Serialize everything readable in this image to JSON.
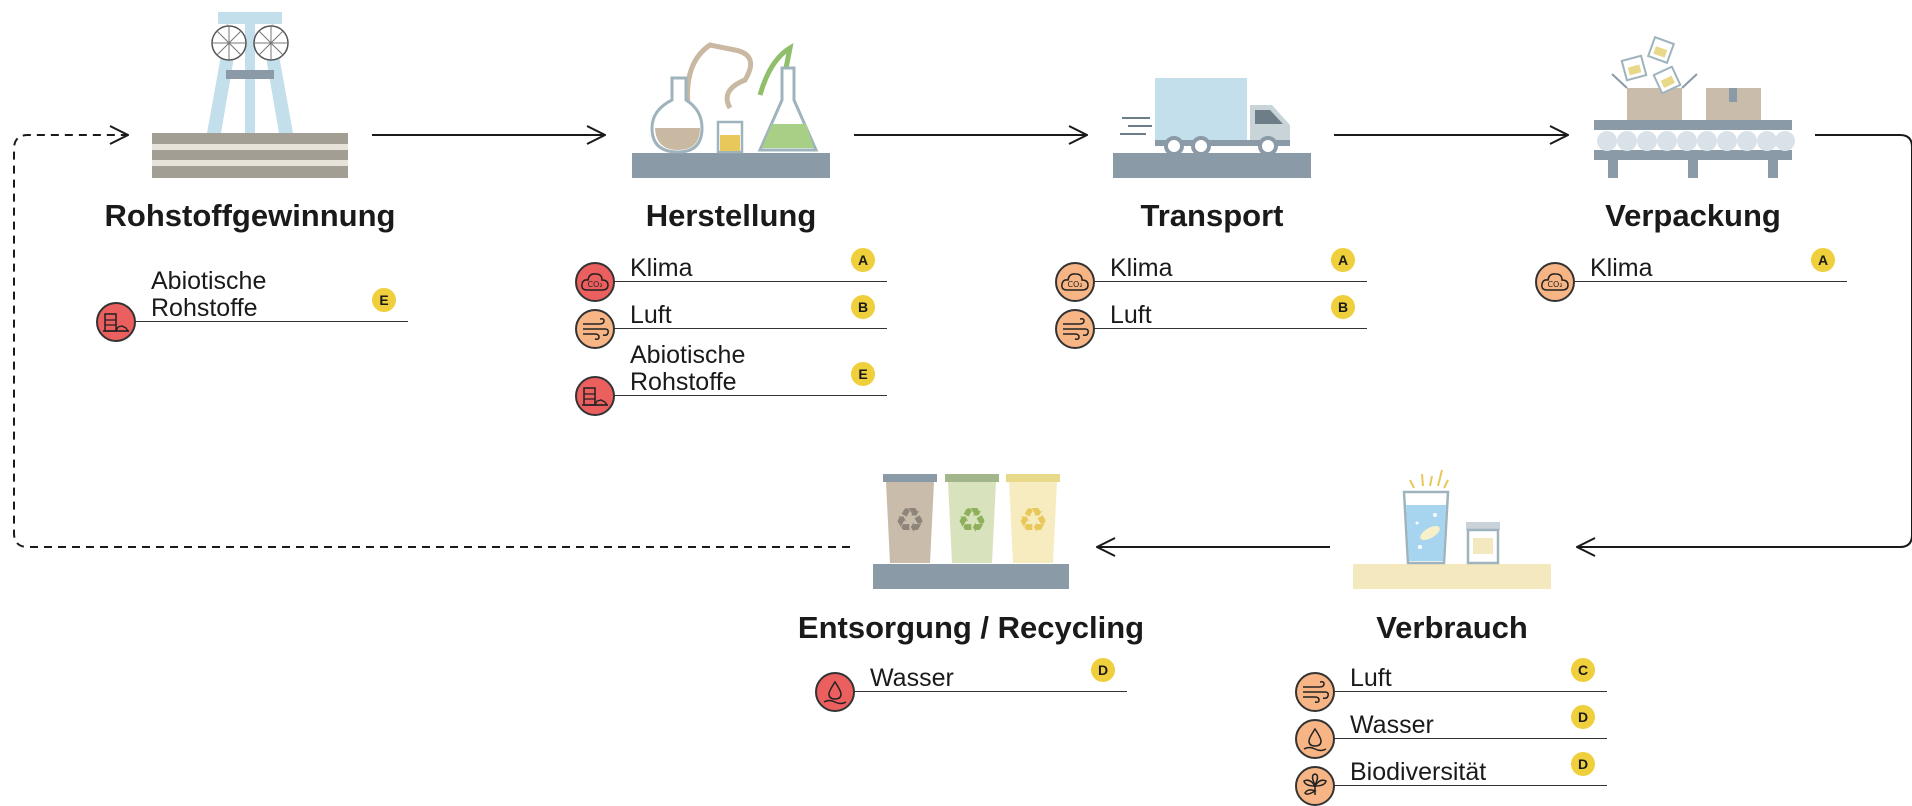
{
  "stages": [
    {
      "title": "Rohstoffgewinnung",
      "icon": "mine-tower-icon",
      "impacts": [
        {
          "label": "Abiotische Rohstoffe",
          "category": "E",
          "icon": "raw-materials-icon",
          "severity": "high"
        }
      ]
    },
    {
      "title": "Herstellung",
      "icon": "laboratory-flasks-icon",
      "impacts": [
        {
          "label": "Klima",
          "category": "A",
          "icon": "co2-cloud-icon",
          "severity": "high"
        },
        {
          "label": "Luft",
          "category": "B",
          "icon": "wind-icon",
          "severity": "medium"
        },
        {
          "label": "Abiotische Rohstoffe",
          "category": "E",
          "icon": "raw-materials-icon",
          "severity": "high"
        }
      ]
    },
    {
      "title": "Transport",
      "icon": "truck-icon",
      "impacts": [
        {
          "label": "Klima",
          "category": "A",
          "icon": "co2-cloud-icon",
          "severity": "medium"
        },
        {
          "label": "Luft",
          "category": "B",
          "icon": "wind-icon",
          "severity": "medium"
        }
      ]
    },
    {
      "title": "Verpackung",
      "icon": "packaging-conveyor-icon",
      "impacts": [
        {
          "label": "Klima",
          "category": "A",
          "icon": "co2-cloud-icon",
          "severity": "medium"
        }
      ]
    },
    {
      "title": "Verbrauch",
      "icon": "consumption-glass-icon",
      "impacts": [
        {
          "label": "Luft",
          "category": "C",
          "icon": "wind-icon",
          "severity": "medium"
        },
        {
          "label": "Wasser",
          "category": "D",
          "icon": "water-drop-icon",
          "severity": "medium"
        },
        {
          "label": "Biodiversität",
          "category": "D",
          "icon": "leaves-icon",
          "severity": "medium"
        }
      ]
    },
    {
      "title": "Entsorgung / Recycling",
      "icon": "recycling-bins-icon",
      "impacts": [
        {
          "label": "Wasser",
          "category": "D",
          "icon": "water-drop-icon",
          "severity": "high"
        }
      ]
    }
  ],
  "colors": {
    "high": "#ec5f5f",
    "medium": "#f7b585",
    "badge": "#f0cf3c",
    "platform": "#8a9aa6",
    "light_blue": "#c4dfec"
  }
}
